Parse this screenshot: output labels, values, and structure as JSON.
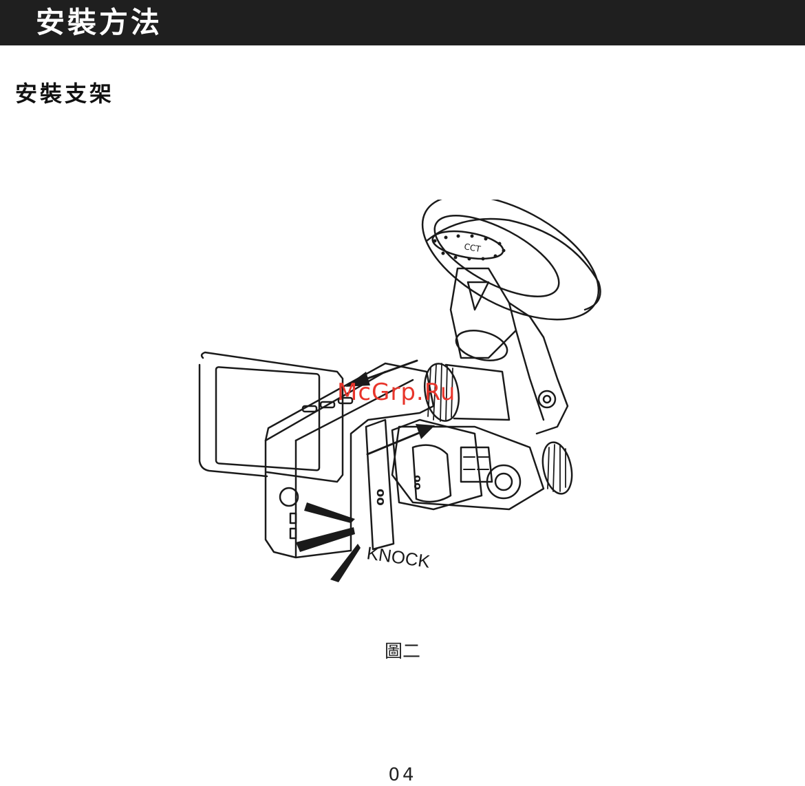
{
  "header": {
    "title": "安裝方法"
  },
  "section": {
    "title": "安裝支架"
  },
  "figure": {
    "label_knock": "KNOCK",
    "mount_logo": "CCT",
    "watermark": "McGrp.Ru",
    "caption": "圖二"
  },
  "footer": {
    "page_number": "04"
  },
  "colors": {
    "header_bg": "#1f1f1f",
    "watermark": "#e8352b"
  }
}
